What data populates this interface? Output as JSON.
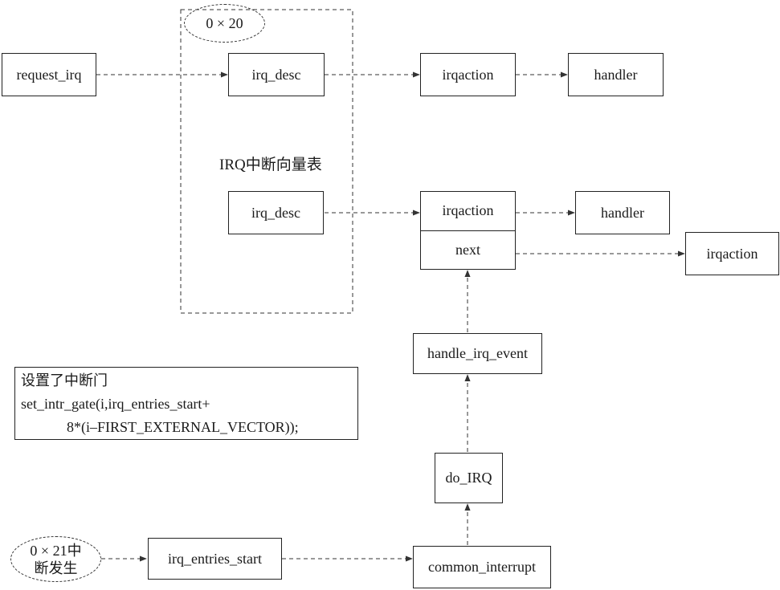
{
  "nodes": {
    "request_irq": "request_irq",
    "irq_desc_top": "irq_desc",
    "irqaction_top": "irqaction",
    "handler_top": "handler",
    "irq_desc_mid": "irq_desc",
    "irqaction_mid": "irqaction",
    "next": "next",
    "handler_mid": "handler",
    "irqaction_right": "irqaction",
    "handle_irq_event": "handle_irq_event",
    "do_irq": "do_IRQ",
    "irq_entries_start": "irq_entries_start",
    "common_interrupt": "common_interrupt"
  },
  "vector_table": {
    "ellipse_label": "0 × 20",
    "title": "IRQ中断向量表"
  },
  "interrupt_source": {
    "label": "0 × 21中\n断发生"
  },
  "gate_note": {
    "line1": "设置了中断门",
    "line2": "set_intr_gate(i,irq_entries_start+",
    "line3": "8*(i–FIRST_EXTERNAL_VECTOR));"
  },
  "colors": {
    "line": "#333333",
    "border": "#222222",
    "text": "#1a1a1a"
  }
}
